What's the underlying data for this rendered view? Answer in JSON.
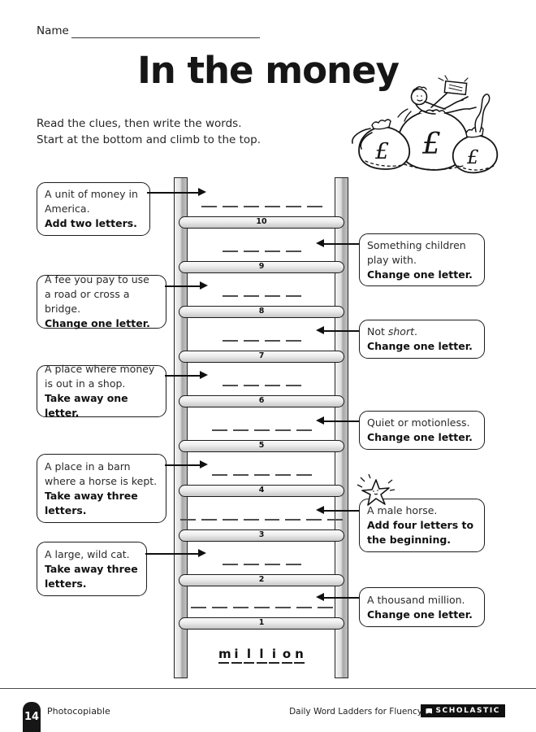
{
  "page": {
    "name_label": "Name",
    "title": "In the money",
    "instructions_line1": "Read the clues, then write the words.",
    "instructions_line2": "Start at the bottom and climb to the top.",
    "start_word": "million"
  },
  "illustration": {
    "description": "child lying on three money bags waving a banknote",
    "currency_symbol": "£"
  },
  "ladder": {
    "rungs": [
      {
        "number": "10",
        "blanks": 6
      },
      {
        "number": "9",
        "blanks": 4
      },
      {
        "number": "8",
        "blanks": 4
      },
      {
        "number": "7",
        "blanks": 4
      },
      {
        "number": "6",
        "blanks": 4
      },
      {
        "number": "5",
        "blanks": 5
      },
      {
        "number": "4",
        "blanks": 5
      },
      {
        "number": "3",
        "blanks": 8
      },
      {
        "number": "2",
        "blanks": 4
      },
      {
        "number": "1",
        "blanks": 7
      }
    ]
  },
  "clues_left": [
    {
      "text": "A unit of money in America.",
      "instruction": "Add two letters."
    },
    {
      "text": "A fee you pay to use a road or cross a bridge.",
      "instruction": "Change one letter."
    },
    {
      "text": "A place where money is out in a shop.",
      "instruction": "Take away one letter."
    },
    {
      "text": "A place in a barn where a horse is kept.",
      "instruction": "Take away three letters."
    },
    {
      "text": "A large, wild cat.",
      "instruction": "Take away three letters."
    }
  ],
  "clues_right": [
    {
      "text": "Something children play with.",
      "instruction": "Change one letter."
    },
    {
      "prefix": "Not ",
      "italic": "short",
      "suffix": ".",
      "instruction": "Change one letter."
    },
    {
      "text": "Quiet or motionless.",
      "instruction": "Change one letter."
    },
    {
      "text": "A male horse.",
      "instruction": "Add four letters to the beginning."
    },
    {
      "text": "A thousand million.",
      "instruction": "Change one letter."
    }
  ],
  "footer": {
    "page_number": "14",
    "left_text": "Photocopiable",
    "right_text": "Daily Word Ladders for Fluency",
    "publisher": "SCHOLASTIC"
  },
  "colors": {
    "ink": "#1d1d1d",
    "rail_gray": "#c2c2c2",
    "rung_gray": "#e8e8e8",
    "tab_black": "#161616"
  }
}
